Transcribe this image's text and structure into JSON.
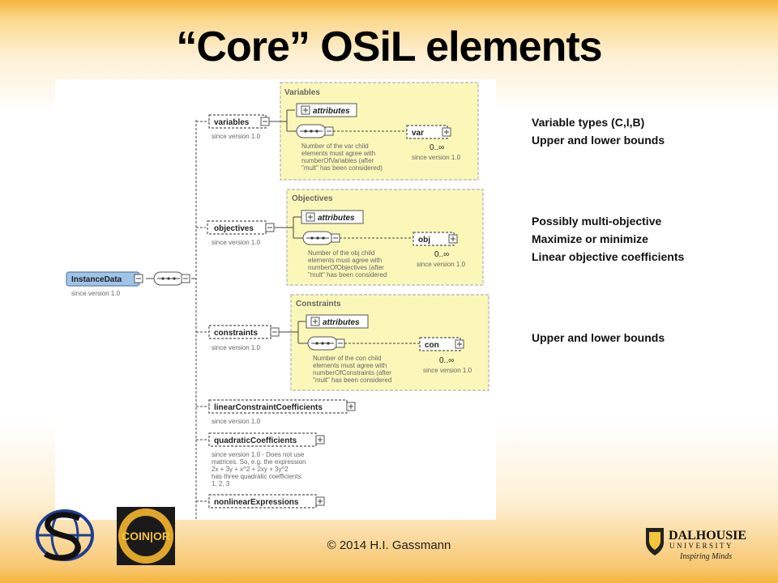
{
  "title": "“Core” OSiL elements",
  "diagram": {
    "root": {
      "label": "InstanceData",
      "since": "since version 1.0"
    },
    "groups": [
      {
        "title": "Variables",
        "attributes_label": "attributes",
        "child": "var",
        "cardinality": "0..∞",
        "child_since": "since version 1.0",
        "note": [
          "Number of the var child",
          "elements must agree with",
          "numberOfVariables (after",
          "\"mult\" has been considered)"
        ]
      },
      {
        "title": "Objectives",
        "attributes_label": "attributes",
        "child": "obj",
        "cardinality": "0..∞",
        "child_since": "since version 1.0",
        "note": [
          "Number of the obj child",
          "elements must agree with",
          "numberOfObjectives (after",
          "\"mult\" has been considered"
        ]
      },
      {
        "title": "Constraints",
        "attributes_label": "attributes",
        "child": "con",
        "cardinality": "0..∞",
        "child_since": "since version 1.0",
        "note": [
          "Number of the con child",
          "elements must agree with",
          "numberOfConstraints (after",
          "\"mult\" has been considered"
        ]
      }
    ],
    "elements": [
      {
        "label": "variables",
        "since": "since version 1.0"
      },
      {
        "label": "objectives",
        "since": "since version 1.0"
      },
      {
        "label": "constraints",
        "since": "since version 1.0"
      },
      {
        "label": "linearConstraintCoefficients",
        "since": "since version 1.0"
      },
      {
        "label": "quadraticCoefficients",
        "since": "since version 1.0",
        "note": [
          "since version 1.0 - Does not use",
          "matrices. So, e.g. the expression",
          "2x + 3y + x^2 + 2xy + 3y^2",
          "has three quadratic coefficients:",
          "1, 2, 3"
        ]
      },
      {
        "label": "nonlinearExpressions",
        "since": ""
      }
    ]
  },
  "notes": {
    "variables": [
      "Variable types (C,I,B)",
      "Upper and lower bounds"
    ],
    "objectives": [
      "Possibly multi-objective",
      "Maximize or minimize",
      "Linear objective coefficients"
    ],
    "constraints": [
      "Upper and lower bounds"
    ]
  },
  "logos": {
    "coin_or": "COIN|OR",
    "dalhousie": "DALHOUSIE",
    "dalhousie_sub": "UNIVERSITY",
    "dalhousie_tagline": "Inspiring Minds"
  },
  "footer": {
    "copyright": "© 2014 H.I. Gassmann"
  }
}
